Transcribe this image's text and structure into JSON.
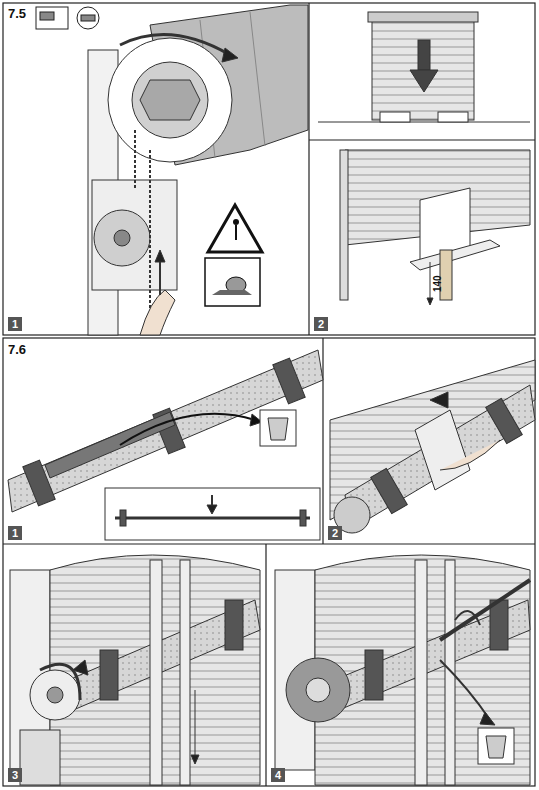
{
  "diagram": {
    "labels": [
      "7.5",
      "1",
      "2",
      "140",
      "7.6",
      "1",
      "2",
      "3",
      "4"
    ]
  }
}
